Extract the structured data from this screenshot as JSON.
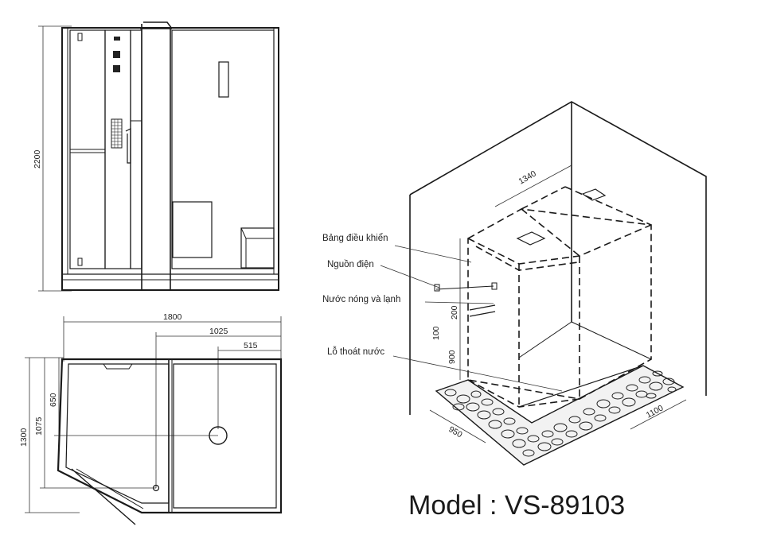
{
  "labels": {
    "control_panel": "Bảng điều khiển",
    "power_source": "Nguồn điện",
    "hot_cold_water": "Nước nóng và lạnh",
    "drain_hole": "Lỗ thoát nước"
  },
  "dimensions": {
    "height_2200": "2200",
    "width_1800": "1800",
    "width_1025": "1025",
    "width_515": "515",
    "depth_1300": "1300",
    "depth_1075": "1075",
    "depth_650": "650",
    "iso_1340": "1340",
    "iso_200": "200",
    "iso_100": "100",
    "iso_900": "900",
    "iso_950": "950",
    "iso_1100": "1100"
  },
  "model": "Model : VS-89103"
}
